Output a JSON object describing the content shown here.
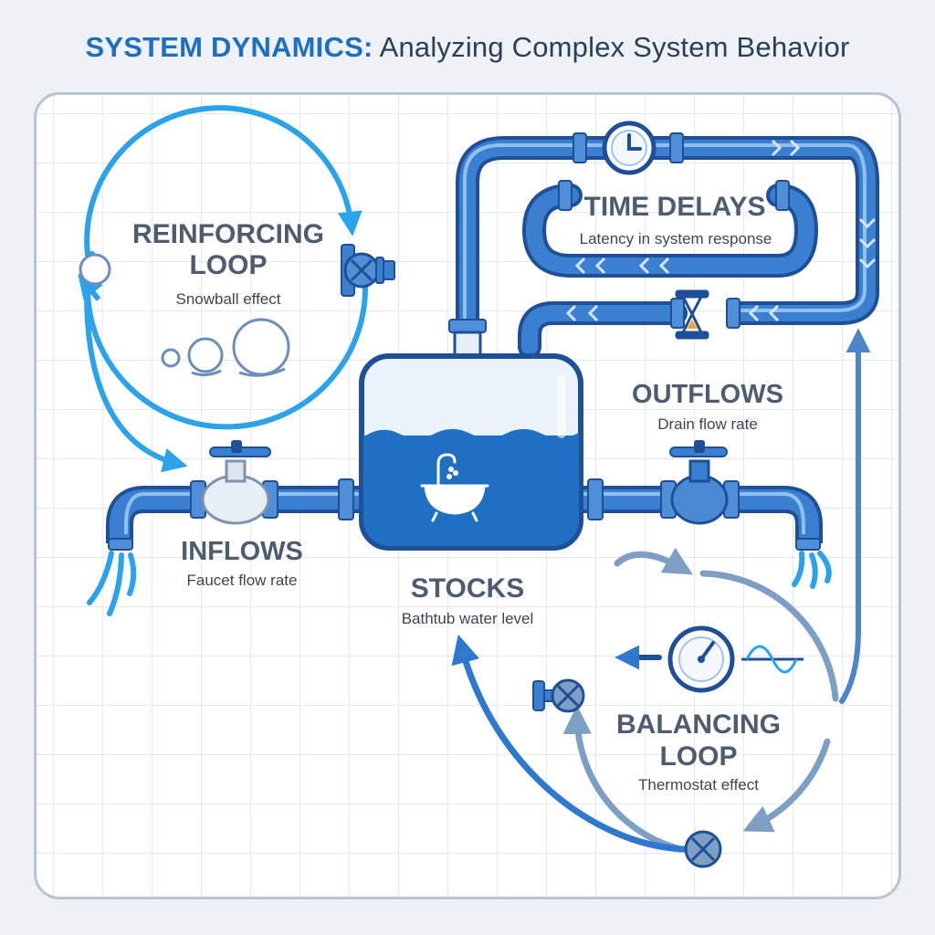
{
  "title": {
    "prefix": "SYSTEM DYNAMICS:",
    "rest": " Analyzing Complex System Behavior"
  },
  "reinforcing": {
    "heading_line1": "REINFORCING",
    "heading_line2": "LOOP",
    "subtitle": "Snowball effect"
  },
  "time_delays": {
    "heading": "TIME DELAYS",
    "subtitle": "Latency in system response"
  },
  "outflows": {
    "heading": "OUTFLOWS",
    "subtitle": "Drain flow rate"
  },
  "inflows": {
    "heading": "INFLOWS",
    "subtitle": "Faucet flow rate"
  },
  "stocks": {
    "heading": "STOCKS",
    "subtitle": "Bathtub water level"
  },
  "balancing": {
    "heading_line1": "BALANCING",
    "heading_line2": "LOOP",
    "subtitle": "Thermostat effect"
  },
  "stock_level": 0.62,
  "colors": {
    "pipe": "#3b7fd1",
    "pipe_dark": "#1f4f96",
    "pipe_light": "#7fb4ea",
    "reinforcing_arrow": "#2aa3ea",
    "balancing_arrow": "#7c9fc3",
    "stock_water": "#1f6fc3",
    "title_accent": "#1e6fc0"
  },
  "icons": [
    "clock-icon",
    "hourglass-icon",
    "valve-icon",
    "faucet-icon",
    "bathtub-icon",
    "gauge-icon",
    "snowball-icon"
  ]
}
